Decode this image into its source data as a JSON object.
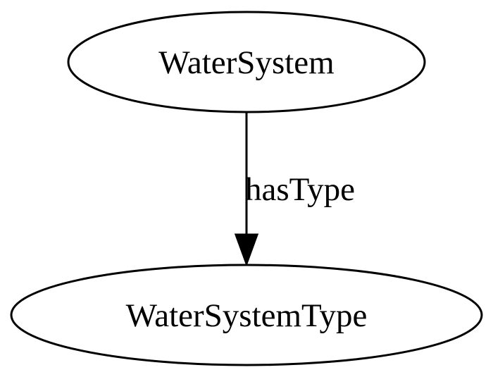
{
  "diagram": {
    "type": "directed-graph",
    "nodes": [
      {
        "id": "n1",
        "label": "WaterSystem"
      },
      {
        "id": "n2",
        "label": "WaterSystemType"
      }
    ],
    "edges": [
      {
        "from": "n1",
        "to": "n2",
        "label": "hasType"
      }
    ]
  }
}
